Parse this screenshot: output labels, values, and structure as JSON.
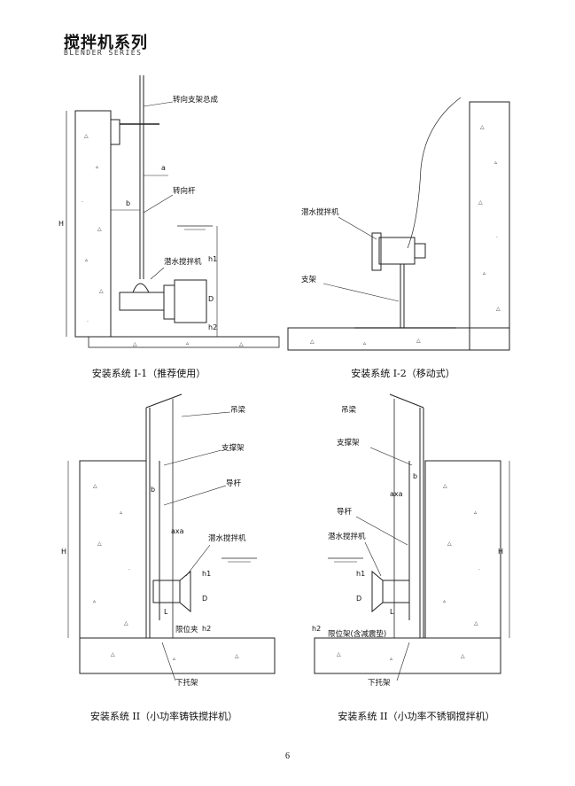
{
  "header": {
    "title": "搅拌机系列",
    "subtitle": "BLENDER SERIES"
  },
  "panels": [
    {
      "caption": "安装系统 I-1（推荐使用）",
      "labels": {
        "rotate_bracket": "转向支架总成",
        "rotate_rod": "转向杆",
        "mixer": "潜水搅拌机",
        "dim_a": "a",
        "dim_b": "b",
        "dim_H": "H",
        "dim_h1": "h1",
        "dim_D": "D",
        "dim_h2": "h2"
      }
    },
    {
      "caption": "安装系统 I-2（移动式）",
      "labels": {
        "mixer": "潜水搅拌机",
        "support": "支架"
      }
    },
    {
      "caption": "安装系统 II（小功率铸铁搅拌机）",
      "labels": {
        "hoist_beam": "吊梁",
        "support_frame": "支撑架",
        "guide_rod": "导杆",
        "mixer": "潜水搅拌机",
        "limit_clamp": "限位夹",
        "lower_bracket": "下托架",
        "dim_b": "b",
        "dim_axa": "axa",
        "dim_H": "H",
        "dim_h1": "h1",
        "dim_D": "D",
        "dim_L": "L",
        "dim_h2": "h2"
      }
    },
    {
      "caption": "安装系统 II（小功率不锈钢搅拌机）",
      "labels": {
        "hoist_beam": "吊梁",
        "support_frame": "支撑架",
        "guide_rod": "导杆",
        "mixer": "潜水搅拌机",
        "limit_frame": "限位架(含减震垫)",
        "lower_bracket": "下托架",
        "dim_b": "b",
        "dim_axa": "axa",
        "dim_H": "H",
        "dim_h1": "h1",
        "dim_D": "D",
        "dim_L": "L",
        "dim_h2": "h2"
      }
    }
  ],
  "page_number": "6"
}
